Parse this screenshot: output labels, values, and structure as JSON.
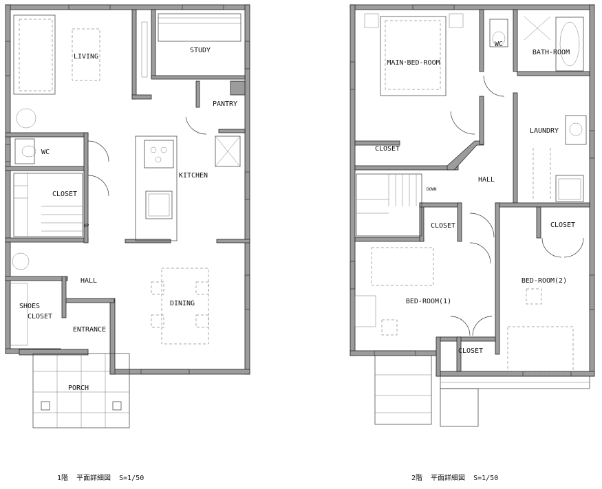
{
  "floor1": {
    "rooms": {
      "living": "LIVING",
      "study": "STUDY",
      "pantry": "PANTRY",
      "kitchen": "KITCHEN",
      "wc": "WC",
      "closet": "CLOSET",
      "hall": "HALL",
      "shoes_closet_1": "SHOES",
      "shoes_closet_2": "CLOSET",
      "dining": "DINING",
      "entrance": "ENTRANCE",
      "porch": "PORCH"
    },
    "stair_label": "UP",
    "caption": "1階  平面詳細図  S=1/50"
  },
  "floor2": {
    "rooms": {
      "main_bed_room": "MAIN･BED-ROOM",
      "wc": "WC",
      "bath_room": "BATH-ROOM",
      "closet_main": "CLOSET",
      "laundry": "LAUNDRY",
      "hall": "HALL",
      "closet_stair": "CLOSET",
      "closet_right": "CLOSET",
      "bed_room_1": "BED-ROOM(1)",
      "bed_room_2": "BED-ROOM(2)",
      "closet_bottom": "CLOSET"
    },
    "stair_label": "DOWN",
    "caption": "2階  平面詳細図  S=1/50"
  }
}
